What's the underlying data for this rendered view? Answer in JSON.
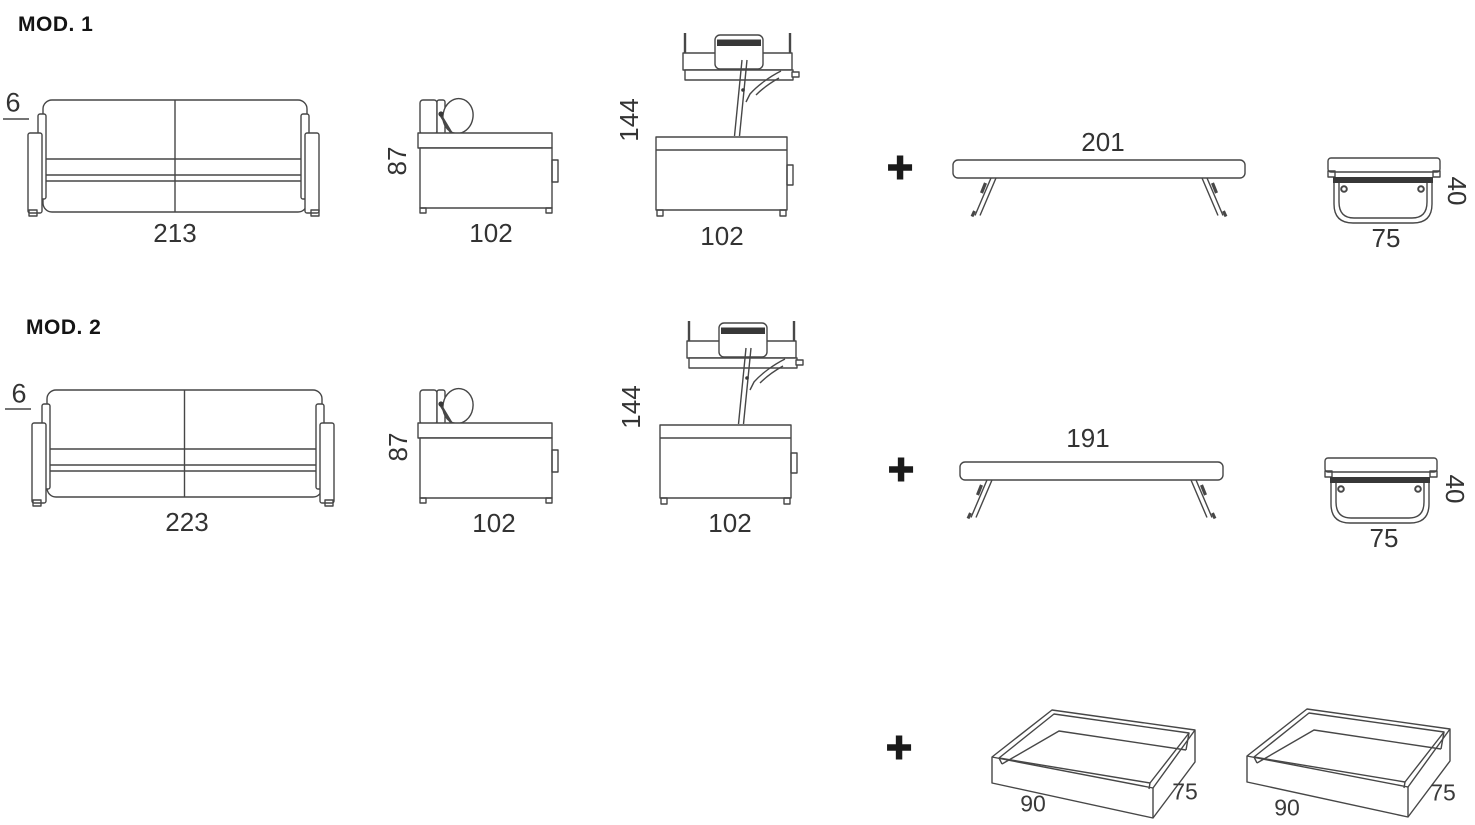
{
  "diagram": {
    "type": "furniture technical drawing, sofa-bed dimensions (cm)"
  },
  "colors": {
    "line": "#474747",
    "dark_fill": "#383838",
    "dim_text": "#333333",
    "title_text": "#141414",
    "background": "#ffffff"
  },
  "models": [
    {
      "title": "MOD. 1",
      "sofa_front": {
        "arm_cm": "6",
        "width_cm": "213"
      },
      "sofa_side": {
        "height_cm": "87",
        "depth_cm": "102"
      },
      "sofa_open": {
        "open_height_cm": "144",
        "depth_cm": "102"
      },
      "plus": "✚",
      "bed_front": {
        "width_cm": "201"
      },
      "bed_side": {
        "depth_cm": "75",
        "height_cm": "40"
      }
    },
    {
      "title": "MOD. 2",
      "sofa_front": {
        "arm_cm": "6",
        "width_cm": "223"
      },
      "sofa_side": {
        "height_cm": "87",
        "depth_cm": "102"
      },
      "sofa_open": {
        "open_height_cm": "144",
        "depth_cm": "102"
      },
      "plus": "✚",
      "bed_front": {
        "width_cm": "191"
      },
      "bed_side": {
        "depth_cm": "75",
        "height_cm": "40"
      }
    }
  ],
  "storage": {
    "plus": "✚",
    "drawers": [
      {
        "width_cm": "90",
        "depth_cm": "75"
      },
      {
        "width_cm": "90",
        "depth_cm": "75"
      }
    ]
  }
}
